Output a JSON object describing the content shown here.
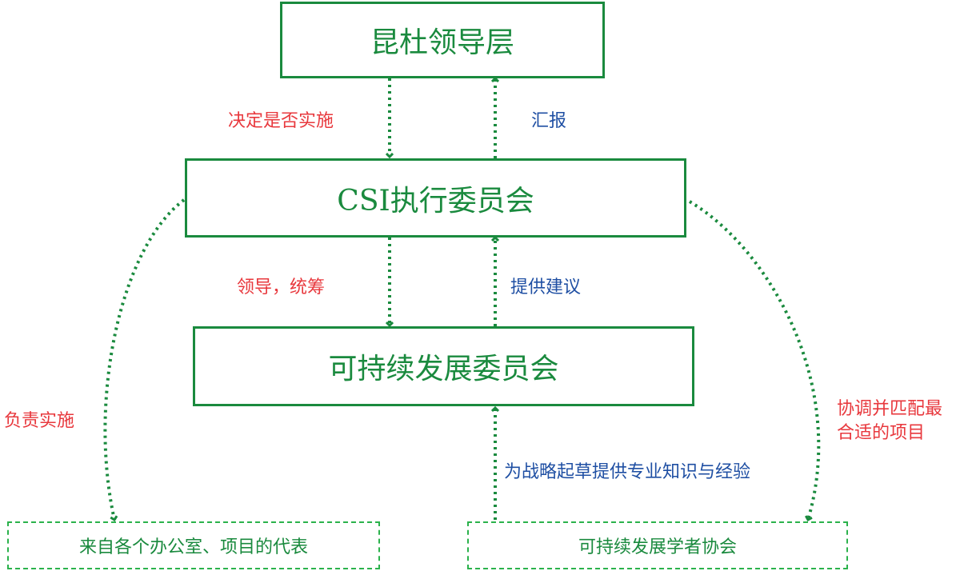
{
  "nodes": {
    "leadership": "昆杜领导层",
    "csi_committee": "CSI执行委员会",
    "sustainability_committee": "可持续发展委员会",
    "representatives": "来自各个办公室、项目的代表",
    "scholars_association": "可持续发展学者协会"
  },
  "edges": {
    "decide_implement": "决定是否实施",
    "report": "汇报",
    "lead_coordinate": "领导，统筹",
    "provide_advice": "提供建议",
    "responsible_implement": "负责实施",
    "coordinate_match_line1": "协调并匹配最",
    "coordinate_match_line2": "合适的项目",
    "provide_expertise": "为战略起草提供专业知识与经验"
  },
  "colors": {
    "box_green": "#1a8a3e",
    "dashed_green": "#2bb24c",
    "arrow_green": "#1a8a3e",
    "down_label_red": "#e8383d",
    "up_label_blue": "#1f4fa3"
  }
}
